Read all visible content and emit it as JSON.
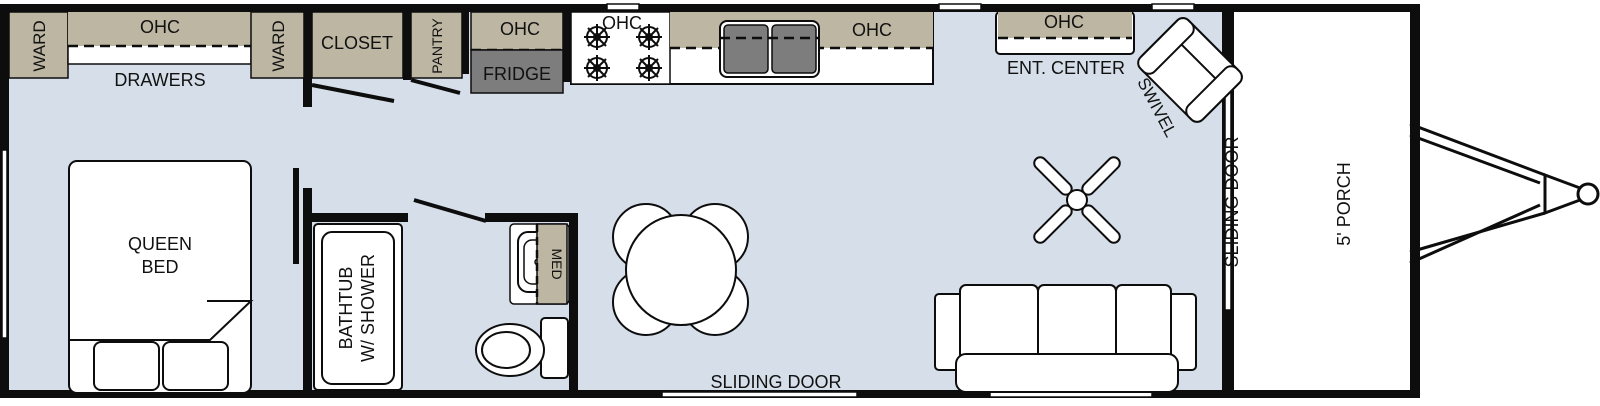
{
  "colors": {
    "floor": "#d6dfe9",
    "wall": "#0d0d0d",
    "cabinet": "#bdb6a2",
    "fridge": "#7d7d7d",
    "furniture": "#ffffff",
    "porch": "#ffffff"
  },
  "labels": {
    "ward_left": "WARD",
    "ohc_bedroom": "OHC",
    "ward_right": "WARD",
    "drawers": "DRAWERS",
    "closet": "CLOSET",
    "pantry": "PANTRY",
    "ohc_fridge": "OHC",
    "fridge": "FRIDGE",
    "ohc_stove": "OHC",
    "ohc_sink": "OHC",
    "ohc_ent": "OHC",
    "ent_center": "ENT. CENTER",
    "swivel": "SWIVEL",
    "sliding_door_side": "SLIDING DOOR",
    "porch": "5' PORCH",
    "queen_bed_line1": "QUEEN",
    "queen_bed_line2": "BED",
    "bathtub_line1": "BATHTUB",
    "bathtub_line2": "W/ SHOWER",
    "med": "MED",
    "sliding_door_bottom": "SLIDING DOOR"
  }
}
